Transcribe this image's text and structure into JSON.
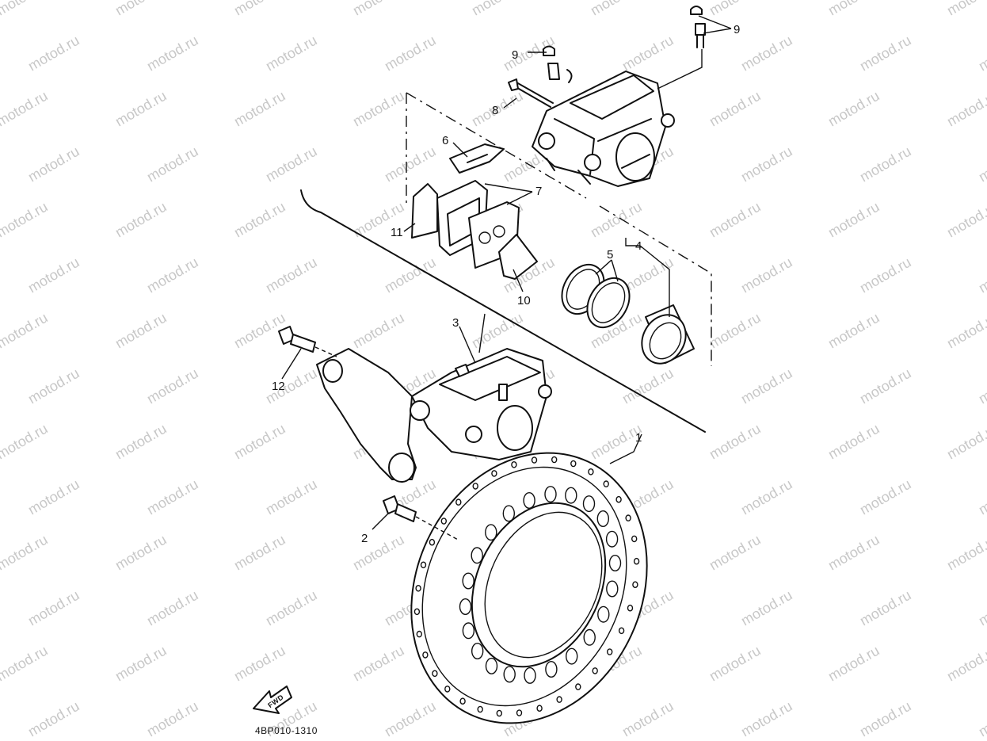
{
  "watermark": "motod.ru",
  "callouts": [
    "1",
    "2",
    "3",
    "4",
    "5",
    "6",
    "7",
    "8",
    "9",
    "9",
    "10",
    "11",
    "12"
  ],
  "fwd_label": "FWD",
  "diagram_code": "4BP010-1310"
}
